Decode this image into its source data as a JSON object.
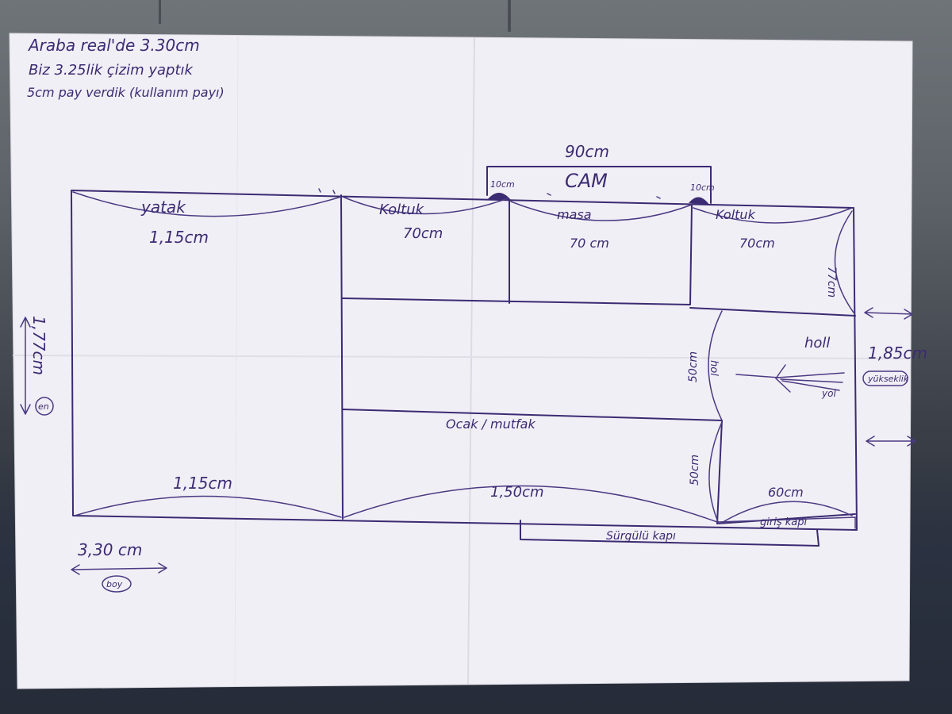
{
  "note": {
    "line1": "Araba real'de 3.30cm",
    "line2": "Biz 3.25lik çizim yaptık",
    "line3": "5cm pay verdik (kullanım payı)"
  },
  "window": {
    "width_label": "90cm",
    "label": "CAM",
    "left_post": "10cm",
    "right_post": "10cm"
  },
  "rooms": {
    "bed": {
      "label": "yatak",
      "dimension": "1,15cm",
      "bottom_dimension": "1,15cm"
    },
    "sofa_left": {
      "label": "Koltuk",
      "dimension": "70cm"
    },
    "table": {
      "label": "masa",
      "dimension": "70 cm"
    },
    "sofa_right": {
      "label": "Koltuk",
      "dimension": "70cm",
      "side_dimension": "77cm"
    },
    "kitchen": {
      "label": "Ocak / mutfak",
      "dimension": "1,50cm"
    },
    "hall": {
      "label": "holl",
      "corridor_label": "hol",
      "upper_door": "50cm",
      "lower_door": "50cm",
      "path_label": "yol"
    },
    "entry": {
      "dimension": "60cm",
      "door_label": "giriş kapı"
    }
  },
  "sliding_door": "Sürgülü kapı",
  "height": {
    "value": "1,85cm",
    "tag": "yükseklik"
  },
  "width": {
    "value": "1,77cm",
    "tag": "en"
  },
  "length": {
    "value": "3,30 cm",
    "tag": "boy"
  },
  "colors": {
    "ink": "#3b2b72",
    "paper": "#f1eff6",
    "background": "#5d6268"
  }
}
